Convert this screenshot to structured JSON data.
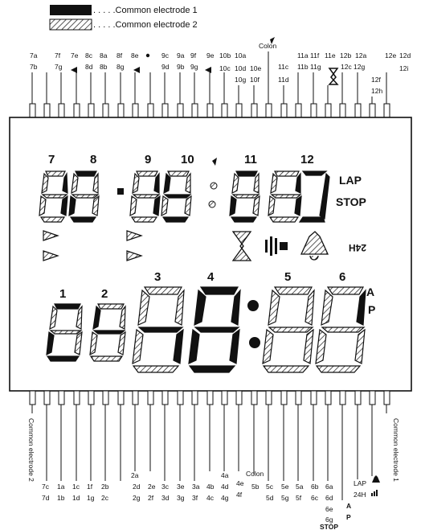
{
  "legend": [
    {
      "style": "solid",
      "label": ". . . . .Common electrode 1"
    },
    {
      "style": "hatched",
      "label": ". . . . .Common electrode 2"
    }
  ],
  "top_labels": [
    "7a",
    "7f",
    "7e",
    "8c",
    "8a",
    "8f",
    "8e",
    "9c",
    "9a",
    "9f",
    "9e",
    "10b",
    "10a",
    "Colon",
    "11a",
    "11f",
    "11e",
    "12b",
    "12a",
    "12e",
    "12d",
    "7b",
    "7g",
    "8d",
    "8b",
    "8g",
    "9d",
    "9b",
    "9g",
    "10c",
    "10d",
    "10e",
    "10g",
    "10f",
    "11c",
    "11d",
    "11b",
    "11g",
    "12c",
    "12g",
    "12f",
    "12h",
    "12i"
  ],
  "bottom_labels": [
    "Common electrode 2",
    "7c",
    "7d",
    "1a",
    "1b",
    "1c",
    "1d",
    "1f",
    "1g",
    "2a",
    "2b",
    "2c",
    "2d",
    "2e",
    "2f",
    "2g",
    "3c",
    "3d",
    "3e",
    "3g",
    "3a",
    "3f",
    "4b",
    "4c",
    "4a",
    "4d",
    "4g",
    "4e",
    "4f",
    "Colon",
    "5b",
    "5c",
    "5d",
    "5e",
    "5g",
    "5a",
    "5f",
    "6b",
    "6c",
    "6a",
    "6d",
    "6e",
    "6g",
    "STOP",
    "A",
    "P",
    "LAP",
    "24H",
    "Common electrode 1"
  ],
  "digit_numbers": [
    "1",
    "2",
    "3",
    "4",
    "5",
    "6",
    "7",
    "8",
    "9",
    "10",
    "11",
    "12"
  ],
  "indicators": {
    "lap": "LAP",
    "stop": "STOP",
    "a": "A",
    "p": "P",
    "h24": "24H"
  },
  "icons": [
    "hourglass-icon",
    "signal-icon",
    "bell-icon",
    "colon-dot-icon",
    "triangle-indicator-icon"
  ]
}
